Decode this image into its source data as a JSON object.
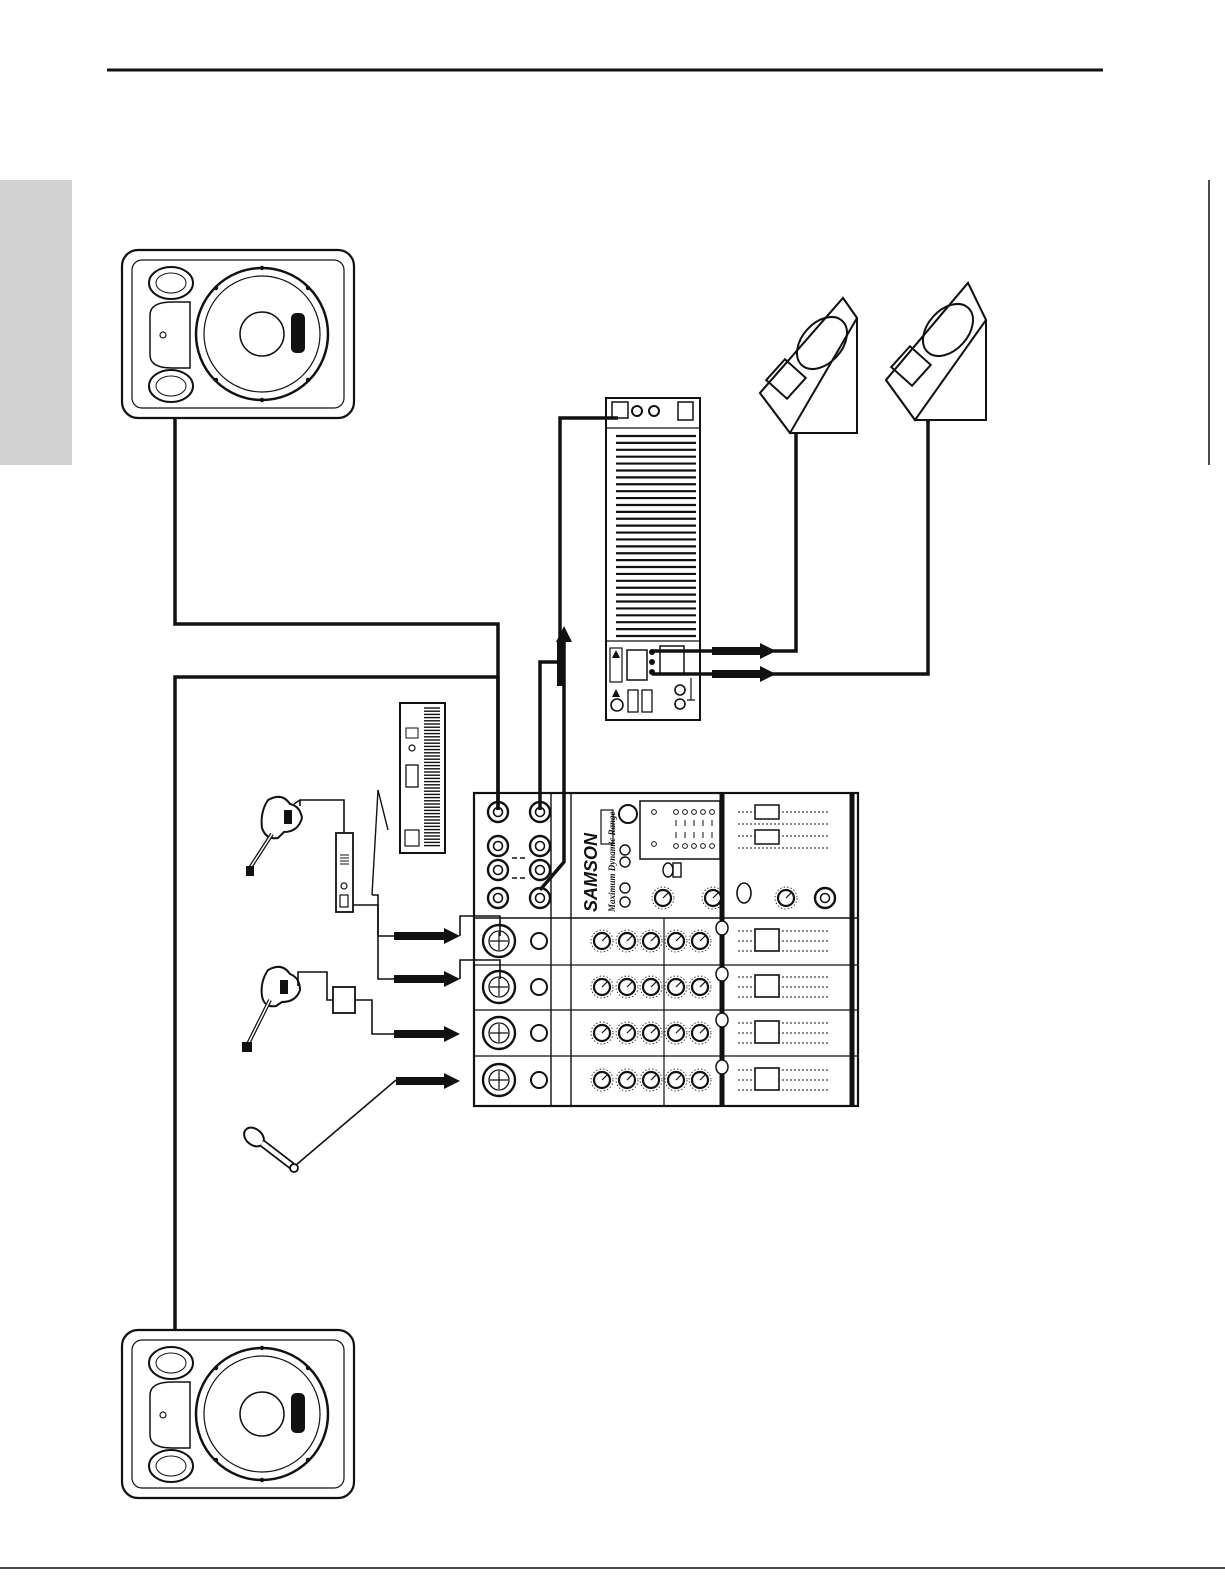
{
  "mixer": {
    "brand": "SAMSON",
    "tagline": "Maximum Dynamic Range",
    "channel_strips": 4,
    "output_jacks": 3
  },
  "power_amp": {
    "heatsink_fins": 30
  },
  "speakers": {
    "main_speakers": 2,
    "floor_monitors": 2
  },
  "sources": [
    "electric guitar with DI box",
    "keyboard",
    "bass guitar with DI box",
    "microphone"
  ],
  "colors": {
    "ink": "#111111",
    "tab": "#d2d2d2",
    "paper": "#ffffff"
  }
}
